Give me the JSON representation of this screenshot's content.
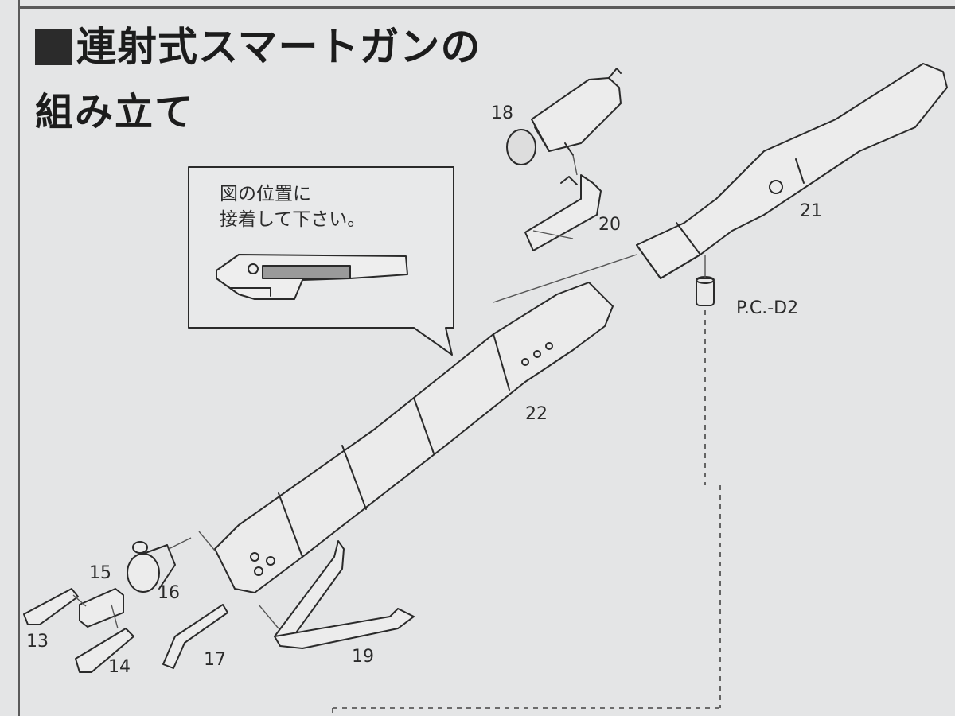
{
  "title": "連射式スマートガンの",
  "subtitle": "組み立て",
  "callout": {
    "line1": "図の位置に",
    "line2": "接着して下さい。"
  },
  "parts": {
    "p13": "13",
    "p14": "14",
    "p15": "15",
    "p16": "16",
    "p17": "17",
    "p18": "18",
    "p19": "19",
    "p20": "20",
    "p21": "21",
    "p22": "22",
    "pcd2": "P.C.-D2"
  },
  "colors": {
    "paper": "#e4e5e6",
    "ink": "#2a2a2a"
  }
}
